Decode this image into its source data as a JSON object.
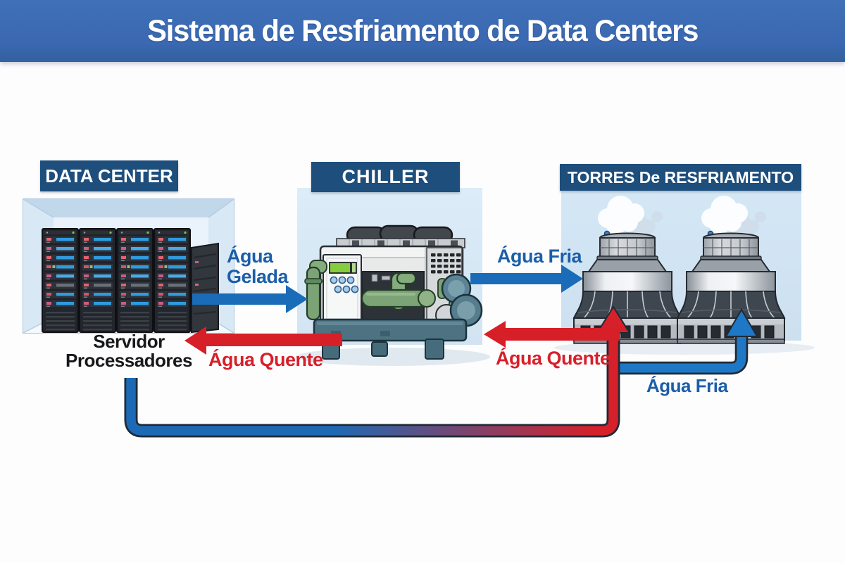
{
  "title": "Sistema de Resfriamento de Data Centers",
  "sections": {
    "data_center": {
      "label": "DATA CENTER"
    },
    "chiller": {
      "label": "CHILLER"
    },
    "cooling_towers": {
      "label": "TORRES De RESFRIAMENTO"
    }
  },
  "captions": {
    "servers_line1": "Servidor",
    "servers_line2": "Processadores"
  },
  "flows": {
    "chilled_water": {
      "line1": "Água",
      "line2": "Gelada",
      "direction": "data-center to chiller"
    },
    "hot_water_left": {
      "label": "Água Quente",
      "direction": "chiller to data-center"
    },
    "cold_water_top": {
      "label": "Água Fria",
      "direction": "chiller to towers"
    },
    "hot_water_right": {
      "label": "Água Quente",
      "direction": "towers to chiller"
    },
    "cold_water_bottom": {
      "label": "Água Fria",
      "direction": "loop to right tower"
    }
  },
  "colors": {
    "banner_blue": "#3a68b1",
    "label_navy": "#1d4e7c",
    "panel_light_blue": "#d9e9f6",
    "cold_blue": "#1b6cb8",
    "hot_red": "#d71f27",
    "text_blue": "#1b5ea9",
    "text_red": "#d6202a",
    "pipe_outline": "#1f2a35"
  }
}
